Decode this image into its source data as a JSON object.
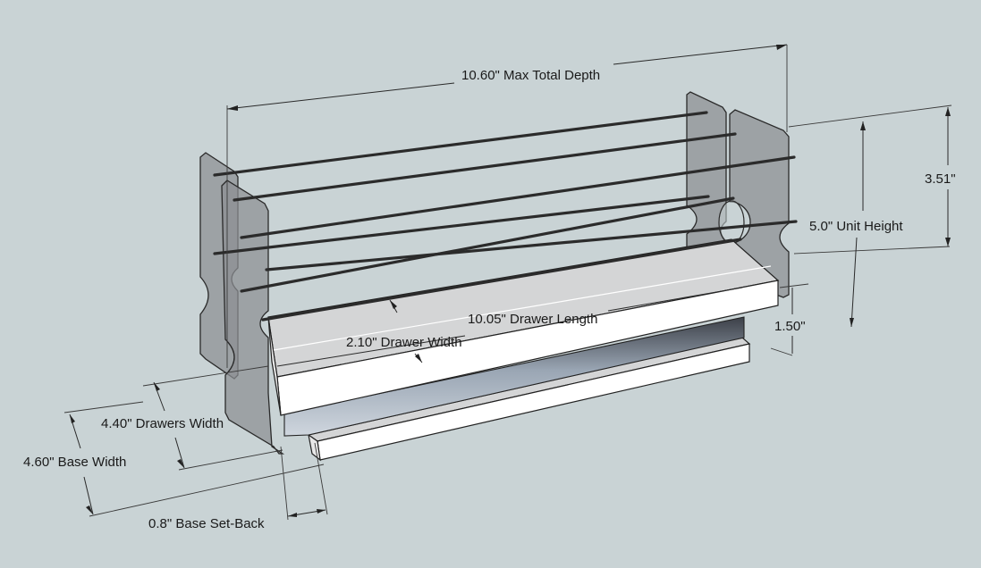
{
  "dimensions": {
    "max_total_depth": "10.60\" Max Total Depth",
    "height_upper": "3.51\"",
    "unit_height": "5.0\" Unit Height",
    "height_lower": "1.50\"",
    "drawer_length": "10.05\" Drawer Length",
    "drawer_width": "2.10\" Drawer Width",
    "drawers_width": "4.40\" Drawers Width",
    "base_width": "4.60\" Base Width",
    "base_setback": "0.8\" Base Set-Back"
  },
  "colors": {
    "background": "#c9d3d5",
    "panel": "#8c8f93",
    "wood": "#ffffff",
    "rod": "#2b2b2b",
    "rail": "#9aa6b4"
  }
}
